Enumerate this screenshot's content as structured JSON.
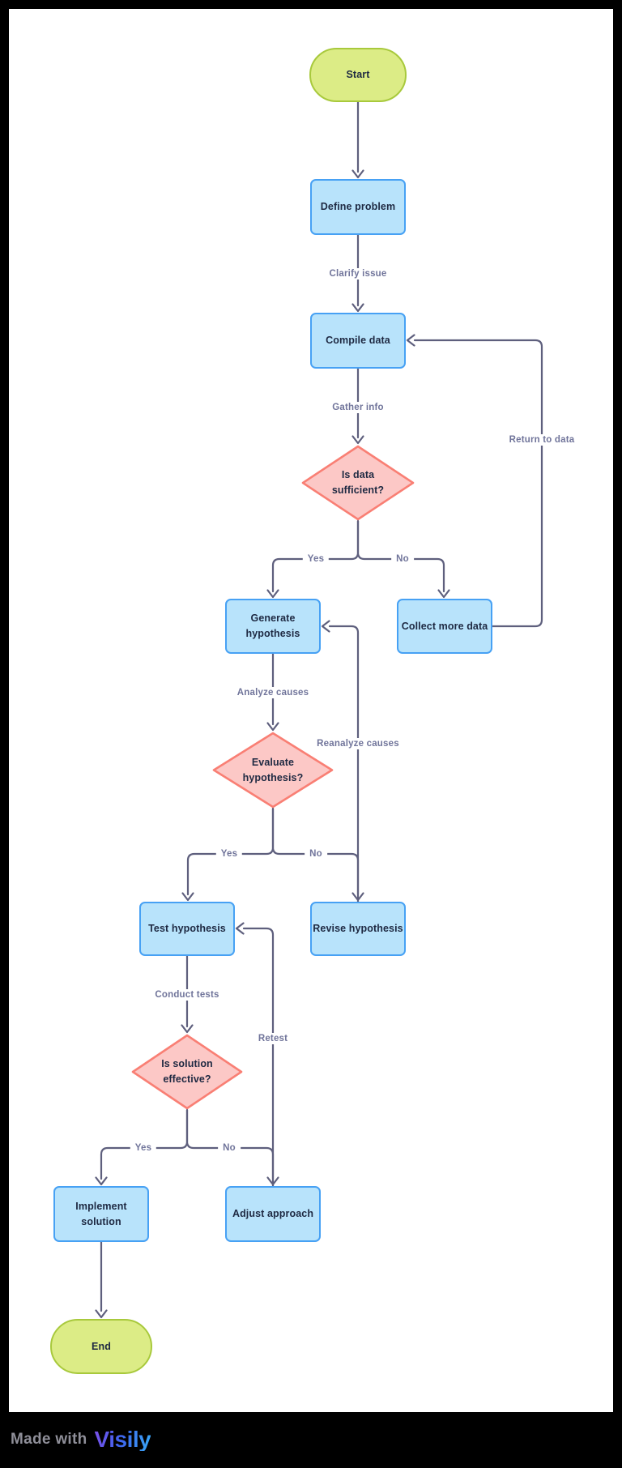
{
  "nodes": {
    "start": {
      "type": "terminal",
      "label": "Start"
    },
    "define_problem": {
      "type": "process",
      "label": "Define problem"
    },
    "compile_data": {
      "type": "process",
      "label": "Compile data"
    },
    "is_data_sufficient": {
      "type": "decision",
      "label": "Is data\nsufficient?"
    },
    "generate_hypothesis": {
      "type": "process",
      "label": "Generate\nhypothesis"
    },
    "collect_more_data": {
      "type": "process",
      "label": "Collect more data"
    },
    "evaluate_hypothesis": {
      "type": "decision",
      "label": "Evaluate\nhypothesis?"
    },
    "test_hypothesis": {
      "type": "process",
      "label": "Test hypothesis"
    },
    "revise_hypothesis": {
      "type": "process",
      "label": "Revise hypothesis"
    },
    "is_solution_effective": {
      "type": "decision",
      "label": "Is solution\neffective?"
    },
    "implement_solution": {
      "type": "process",
      "label": "Implement\nsolution"
    },
    "adjust_approach": {
      "type": "process",
      "label": "Adjust approach"
    },
    "end": {
      "type": "terminal",
      "label": "End"
    }
  },
  "edge_labels": {
    "clarify_issue": "Clarify issue",
    "gather_info": "Gather info",
    "yes_1": "Yes",
    "no_1": "No",
    "return_to_data": "Return to data",
    "analyze_causes": "Analyze causes",
    "reanalyze_causes": "Reanalyze causes",
    "yes_2": "Yes",
    "no_2": "No",
    "conduct_tests": "Conduct tests",
    "retest": "Retest",
    "yes_3": "Yes",
    "no_3": "No"
  },
  "footer": {
    "made_with": "Made with",
    "brand": "Visily"
  },
  "colors": {
    "frame_bg": "#000000",
    "canvas_bg": "#ffffff",
    "process_fill": "#b8e3fb",
    "process_border": "#47a1f4",
    "decision_fill": "#fcc8c6",
    "decision_border": "#f97f74",
    "terminal_fill": "#dcec86",
    "terminal_border": "#a8c93c",
    "connector": "#5e5f7d",
    "edge_label_text": "#70749a",
    "node_text": "#1e2942",
    "made_with_text": "#8f8f99",
    "brand_gradient_start": "#7b50e8",
    "brand_gradient_end": "#38a8f6"
  }
}
